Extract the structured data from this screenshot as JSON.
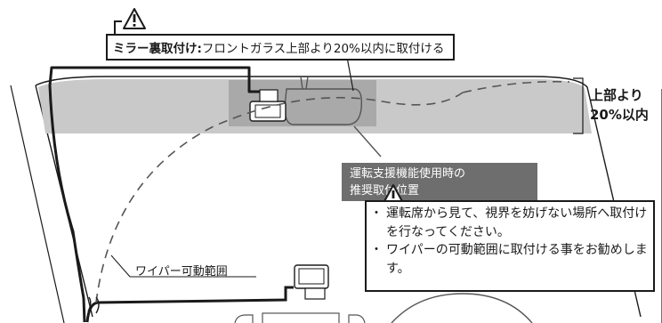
{
  "top_callout": {
    "bold_text": "ミラー裏取付け:",
    "text": "フロントガラス上部より20%以内に取付ける",
    "icon": "warning-triangle-icon"
  },
  "side_label": {
    "line1": "上部より",
    "line2": "20%以内"
  },
  "recommended_box": {
    "line1": "運転支援機能使用時の",
    "line2": "推奨取付位置"
  },
  "notice": {
    "icon": "warning-triangle-icon",
    "items": [
      "運転席から見て、視界を妨げない場所へ取付けを行なってください。",
      "ワイパーの可動範囲に取付ける事をお勧めします。"
    ]
  },
  "wiper_label": "ワイパー可動範囲",
  "colors": {
    "windshield_band": "#c9c9c9",
    "recommended_zone": "#a9a9a9",
    "callout_fill": "#6e6e6e",
    "line": "#1a1a1a"
  }
}
